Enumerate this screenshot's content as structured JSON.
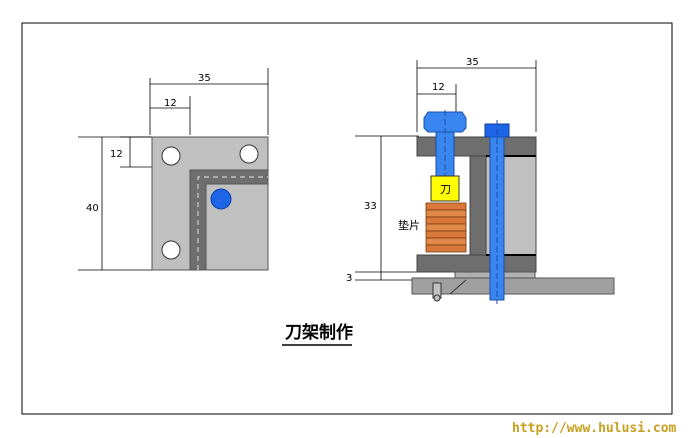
{
  "left_view": {
    "dim_width": "35",
    "dim_hole_offset_x": "12",
    "dim_hole_offset_y": "12",
    "dim_height": "40"
  },
  "right_view": {
    "dim_width": "35",
    "dim_bolt_offset": "12",
    "dim_height": "33",
    "dim_base": "3",
    "knife_label": "刀",
    "shim_label": "垫片"
  },
  "caption": "刀架制作",
  "watermark": "http://www.hulusi.com",
  "colors": {
    "plate": "#c0c0c0",
    "dark": "#6e6e6e",
    "hole_blue": "#1e64e6",
    "bolt_blue": "#3a86f0",
    "knife_yellow": "#ffff00",
    "shim_orange": "#d8783a"
  }
}
